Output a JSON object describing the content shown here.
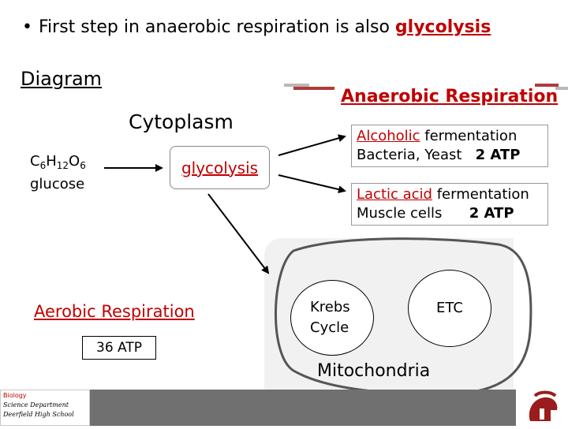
{
  "title": {
    "bullet": "•",
    "text": "First step in anaerobic respiration is also",
    "keyword": "glycolysis"
  },
  "diagram_label": "Diagram",
  "cytoplasm_label": "Cytoplasm",
  "reactant": {
    "formula_c": "C",
    "formula_c_sub": "6",
    "formula_h": "H",
    "formula_h_sub": "12",
    "formula_o": "O",
    "formula_o_sub": "6",
    "name": "glucose"
  },
  "glycolysis_box": "glycolysis",
  "anaerobic": {
    "title": "Anaerobic Respiration",
    "alcoholic": {
      "keyword": "Alcoholic",
      "rest": " fermentation",
      "organisms": "Bacteria, Yeast",
      "atp": "2 ATP"
    },
    "lactic": {
      "keyword": "Lactic acid",
      "rest": " fermentation",
      "organisms": "Muscle cells",
      "atp": "2 ATP"
    }
  },
  "mitochondria": {
    "label": "Mitochondria",
    "krebs_line1": "Krebs",
    "krebs_line2": "Cycle",
    "etc": "ETC"
  },
  "aerobic": {
    "title": "Aerobic Respiration",
    "atp": "36 ATP"
  },
  "footer": {
    "subject": "Biology",
    "department": "Science Department",
    "school": "Deerfield High School"
  },
  "colors": {
    "accent_red": "#c00000",
    "footer_gray": "#707070",
    "mito_fill": "#f1f1f1"
  }
}
